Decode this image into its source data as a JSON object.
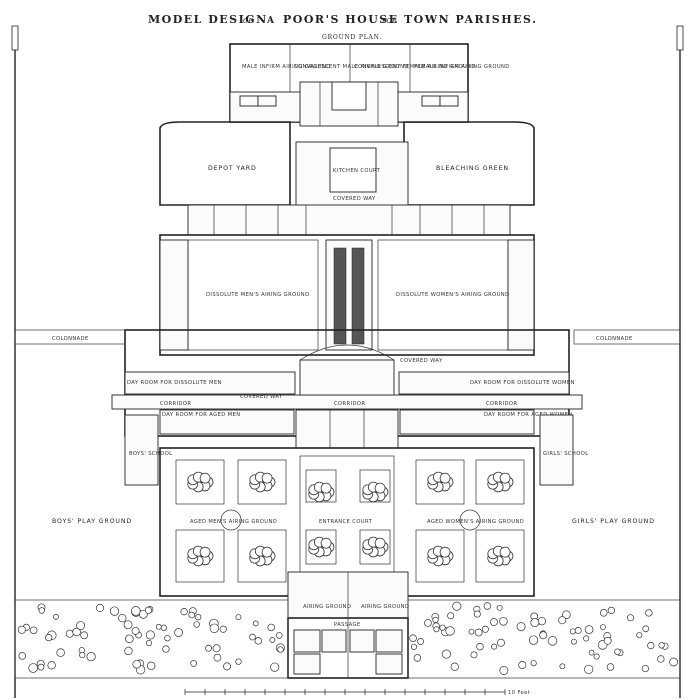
{
  "title": {
    "part1": "MODEL DESIGN",
    "part2": "OF",
    "part3": "A",
    "part4": "POOR'S HOUSE",
    "part5": "FOR",
    "part6": "TOWN PARISHES."
  },
  "subtitle": "GROUND PLAN.",
  "labels": {
    "male_infirm": "MALE INFIRM AIRING GROUND",
    "conv_male": "CONVALESCENT MALE AIRING GROUND",
    "conv_female": "CONVALESCENT FEMALE AIRING GROUND",
    "female_infirm": "FEMALE INFIRM AIRING GROUND",
    "depot_yard": "DEPOT YARD",
    "bleaching_green": "BLEACHING GREEN",
    "kitchen_court": "KITCHEN COURT",
    "covered_way_top": "COVERED WAY",
    "dissolute_men": "DISSOLUTE MEN'S AIRING GROUND",
    "dissolute_women": "DISSOLUTE WOMEN'S AIRING GROUND",
    "colonnade_left": "COLONNADE",
    "colonnade_right": "COLONNADE",
    "corridor_left": "CORRIDOR",
    "corridor_mid": "CORRIDOR",
    "corridor_right": "CORRIDOR",
    "covered_way_left": "COVERED WAY",
    "covered_way_right": "COVERED WAY",
    "boys_play": "BOYS' PLAY GROUND",
    "girls_play": "GIRLS' PLAY GROUND",
    "aged_men": "AGED MEN'S AIRING GROUND",
    "entrance_court": "ENTRANCE COURT",
    "aged_women": "AGED WOMEN'S AIRING GROUND",
    "day_room_dissolute_men": "DAY ROOM FOR DISSOLUTE MEN",
    "day_room_dissolute_women": "DAY ROOM FOR DISSOLUTE WOMEN",
    "day_room_aged_men": "DAY ROOM FOR AGED MEN",
    "day_room_aged_women": "DAY ROOM FOR AGED WOMEN",
    "boys_school": "BOYS' SCHOOL",
    "girls_school": "GIRLS' SCHOOL",
    "airing_ground_left": "AIRING GROUND",
    "airing_ground_right": "AIRING GROUND",
    "passage": "PASSAGE",
    "scale": "10 Feet"
  }
}
